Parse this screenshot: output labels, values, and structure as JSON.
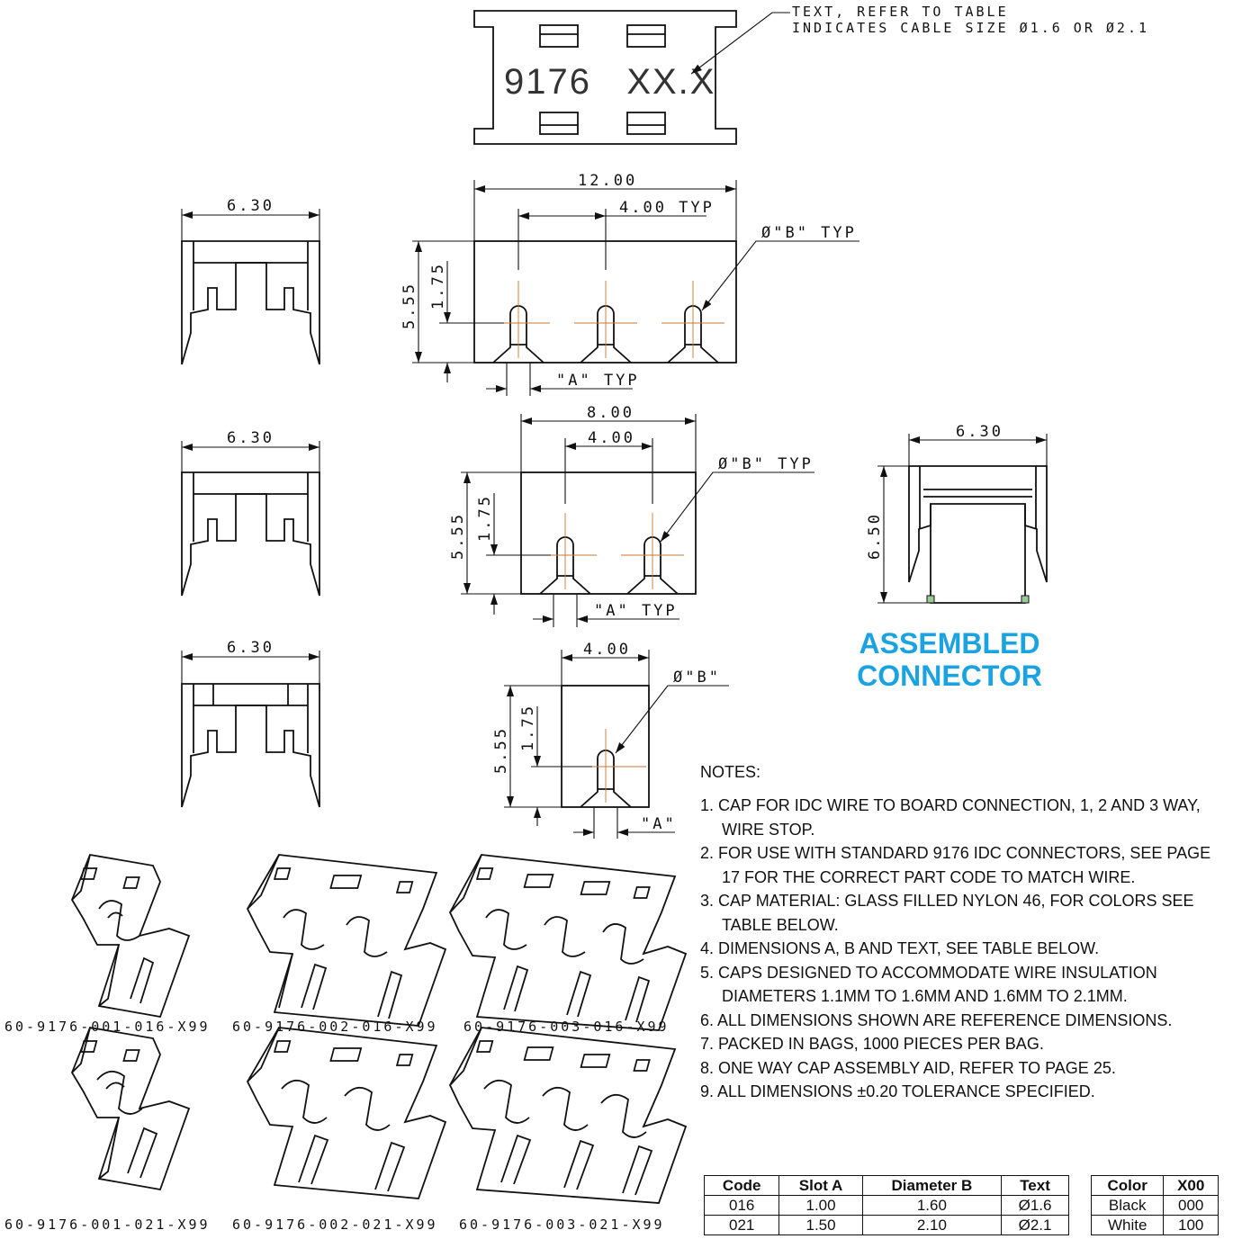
{
  "top_view": {
    "marking": "9176   XX.X",
    "callout_line1": "TEXT, REFER TO TABLE",
    "callout_line2": "INDICATES CABLE SIZE Ø1.6 OR Ø2.1"
  },
  "dimensions": {
    "w630": "6.30",
    "w1200": "12.00",
    "pitch_typ": "4.00 TYP",
    "w800": "8.00",
    "pitch": "4.00",
    "h555": "5.55",
    "h175": "1.75",
    "h650": "6.50",
    "dia_b_typ": "Ø\"B\" TYP",
    "dia_b": "Ø\"B\"",
    "slot_a_typ": "\"A\" TYP",
    "slot_a": "\"A\""
  },
  "assembled_title": [
    "ASSEMBLED",
    "CONNECTOR"
  ],
  "part_codes": [
    "60-9176-001-016-X99",
    "60-9176-002-016-X99",
    "60-9176-003-016-X99",
    "60-9176-001-021-X99",
    "60-9176-002-021-X99",
    "60-9176-003-021-X99"
  ],
  "notes": {
    "header": "NOTES:",
    "items": [
      "1. CAP FOR IDC WIRE TO BOARD CONNECTION, 1, 2 AND 3 WAY, WIRE STOP.",
      "2. FOR USE WITH STANDARD 9176 IDC CONNECTORS, SEE PAGE 17 FOR THE CORRECT PART CODE TO MATCH WIRE.",
      "3. CAP MATERIAL: GLASS FILLED NYLON 46, FOR COLORS SEE TABLE BELOW.",
      "4. DIMENSIONS A, B AND TEXT, SEE TABLE BELOW.",
      "5. CAPS DESIGNED TO ACCOMMODATE WIRE INSULATION DIAMETERS 1.1MM TO 1.6MM AND 1.6MM TO 2.1MM.",
      "6. ALL DIMENSIONS SHOWN ARE REFERENCE DIMENSIONS.",
      "7. PACKED IN BAGS, 1000 PIECES PER BAG.",
      "8. ONE WAY CAP ASSEMBLY AID, REFER TO PAGE 25.",
      "9. ALL DIMENSIONS ±0.20 TOLERANCE SPECIFIED."
    ]
  },
  "size_table": {
    "headers": [
      "Code",
      "Slot A",
      "Diameter B",
      "Text"
    ],
    "rows": [
      [
        "016",
        "1.00",
        "1.60",
        "Ø1.6"
      ],
      [
        "021",
        "1.50",
        "2.10",
        "Ø2.1"
      ]
    ]
  },
  "color_table": {
    "headers": [
      "Color",
      "X00"
    ],
    "rows": [
      [
        "Black",
        "000"
      ],
      [
        "White",
        "100"
      ]
    ]
  }
}
